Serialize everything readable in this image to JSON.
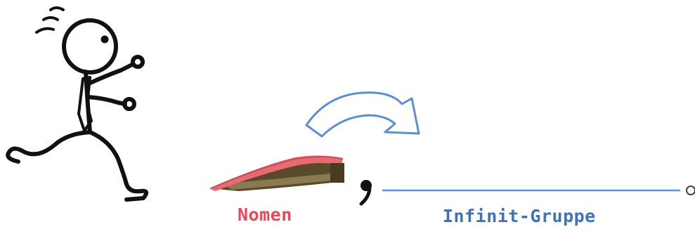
{
  "labels": {
    "nomen": "Nomen",
    "infinitive_group": "Infinit-Gruppe"
  },
  "colors": {
    "nomen_text": "#e8485a",
    "infinitive_text": "#3f73b8",
    "springboard_top": "#e86a72",
    "springboard_body": "#6b5a3a",
    "arrow_outline": "#5b8fd1",
    "line": "#5b8fd1",
    "figure": "#111111"
  },
  "icons": {
    "figure": "running-stick-figure-icon",
    "springboard": "springboard-icon",
    "arrow": "curved-jump-arrow-icon",
    "comma": "comma-glyph",
    "line": "blank-line",
    "end": "small-circle-icon"
  }
}
